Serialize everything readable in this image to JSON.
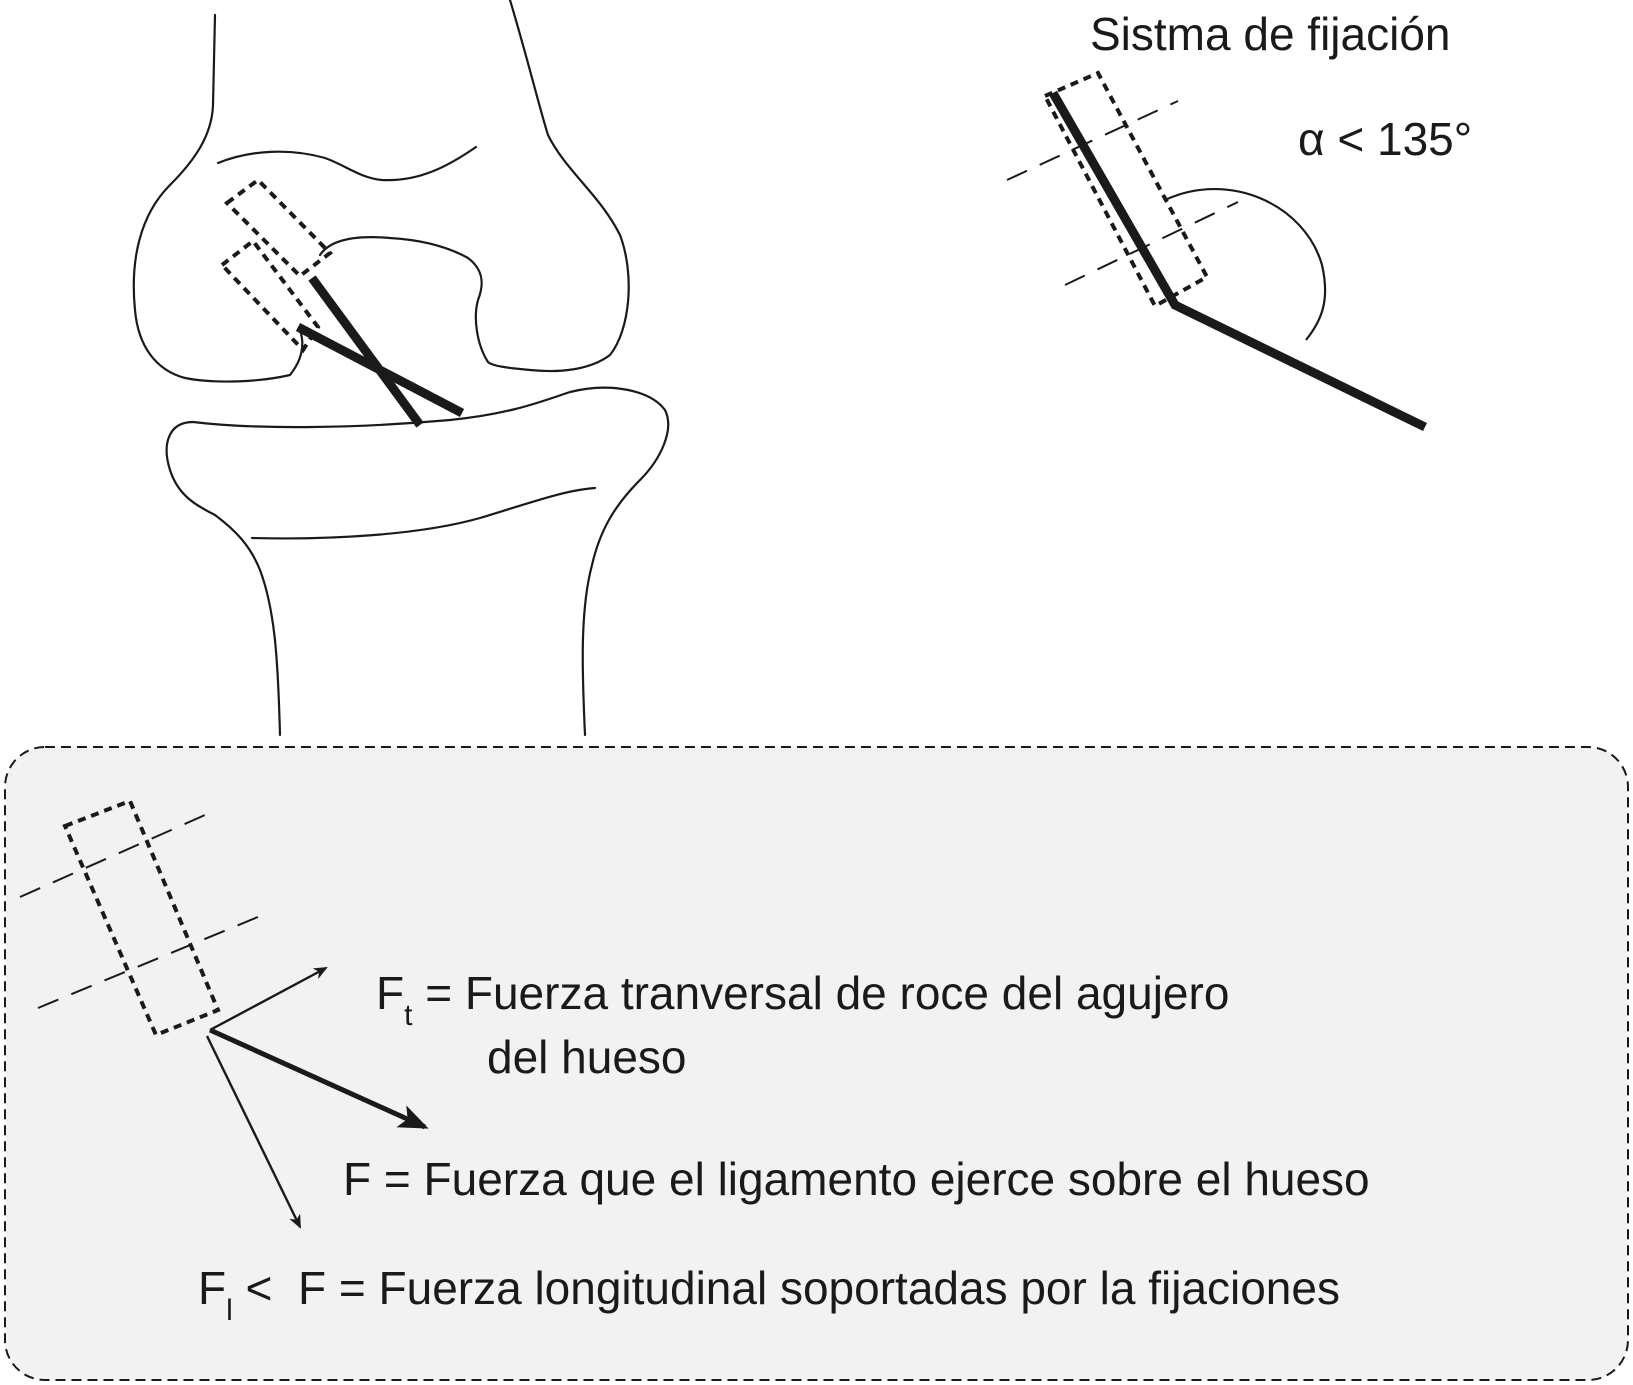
{
  "figure": {
    "system_title": "Sistma de fijación",
    "angle_label": "α < 135°",
    "legend": {
      "ft_symbol": "F",
      "ft_subscript": "t",
      "ft_line1": " = Fuerza tranversal de roce del agujero",
      "ft_line2": "del hueso",
      "f_line": "F = Fuerza que el ligamento ejerce sobre el hueso",
      "fl_symbol": "F",
      "fl_subscript": "l",
      "fl_line": " <  F = Fuerza longitudinal soportadas por la fijaciones"
    }
  },
  "colors": {
    "ink": "#1a1a1a",
    "panel": "#f2f2f2"
  }
}
